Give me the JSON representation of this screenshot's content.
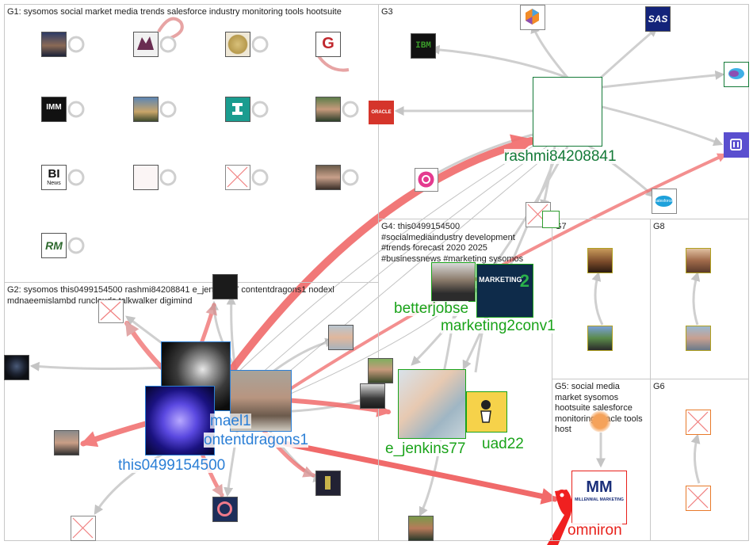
{
  "groups": [
    {
      "id": "G1",
      "title": "G1: sysomos social market media trends salesforce industry monitoring tools hootsuite"
    },
    {
      "id": "G2",
      "title": "G2: sysomos this0499154500 rashmi84208841 e_jenkins77 contentdragons1 nodexl\nmdnaeemislambd runclouds talkwalker digimind"
    },
    {
      "id": "G3",
      "title": "G3"
    },
    {
      "id": "G4",
      "title": "G4: this0499154500\n#socialmediaindustry development\n#trends forecast 2020 2025\n#businessnews #marketing sysomos"
    },
    {
      "id": "G5",
      "title": "G5: social media\nmarket sysomos\nhootsuite salesforce\nmonitoring oracle tools\nhost"
    },
    {
      "id": "G6",
      "title": "G6"
    },
    {
      "id": "G7",
      "title": "G7"
    },
    {
      "id": "G8",
      "title": "G8"
    }
  ],
  "labels": {
    "rashmi": "rashmi84208841",
    "betterjobs": "betterjobse",
    "marketing2conv": "marketing2conv1",
    "ejenkins": "e_jenkins77",
    "uad22": "uad22",
    "mael1": "mael1",
    "contentdragons": "ontentdragons1",
    "this0499": "this0499154500",
    "omniron": "omniron"
  },
  "avatars": {
    "imm": "IMM",
    "bi": "BI",
    "bi_sub": "News",
    "rm": "RM",
    "ibm": "IBM",
    "sas": "SAS",
    "oracle": "ORACLE",
    "salesforce": "salesforce",
    "marketing2": "MARKETING",
    "marketing2_num": "2",
    "millennial": "MILLENNIAL MARKETING",
    "millennial_logo": "MM",
    "groeseck": "G"
  },
  "colors": {
    "label_green": "#1aa31a",
    "label_darkgreen": "#147a38",
    "label_blue": "#2b7fd6",
    "label_red": "#e8201a",
    "edge_red": "#f06060",
    "edge_gray": "#c4c4c4"
  }
}
